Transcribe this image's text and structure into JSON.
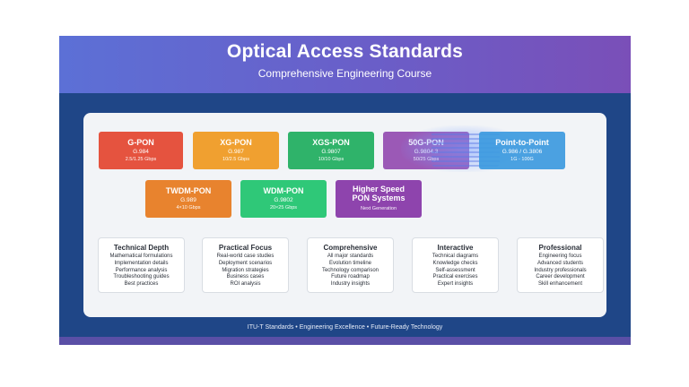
{
  "header": {
    "title": "Optical Access Standards",
    "subtitle": "Comprehensive Engineering Course"
  },
  "standards_row1": [
    {
      "name": "G-PON",
      "code": "G.984",
      "speed": "2.5/1.25 Gbps",
      "color": "#e5533f"
    },
    {
      "name": "XG-PON",
      "code": "G.987",
      "speed": "10/2.5 Gbps",
      "color": "#f0a030"
    },
    {
      "name": "XGS-PON",
      "code": "G.9807",
      "speed": "10/10 Gbps",
      "color": "#2fb36a"
    },
    {
      "name": "50G-PON",
      "code": "G.9804.3",
      "speed": "50/25 Gbps",
      "color": "#9b59b6"
    },
    {
      "name": "Point-to-Point",
      "code": "G.986 / G.3806",
      "speed": "1G - 100G",
      "color": "#3d9be0"
    }
  ],
  "standards_row2": [
    {
      "name": "TWDM-PON",
      "code": "G.989",
      "speed": "4×10 Gbps",
      "color": "#e8832e"
    },
    {
      "name": "WDM-PON",
      "code": "G.9802",
      "speed": "20×25 Gbps",
      "color": "#2fc878"
    },
    {
      "name": "Higher Speed PON Systems",
      "code": "",
      "speed": "Next Generation",
      "color": "#8e44ad"
    }
  ],
  "features": [
    {
      "heading": "Technical Depth",
      "items": [
        "Mathematical formulations",
        "Implementation details",
        "Performance analysis",
        "Troubleshooting guides",
        "Best practices"
      ]
    },
    {
      "heading": "Practical Focus",
      "items": [
        "Real-world case studies",
        "Deployment scenarios",
        "Migration strategies",
        "Business cases",
        "ROI analysis"
      ]
    },
    {
      "heading": "Comprehensive",
      "items": [
        "All major standards",
        "Evolution timeline",
        "Technology comparison",
        "Future roadmap",
        "Industry insights"
      ]
    },
    {
      "heading": "Interactive",
      "items": [
        "Technical diagrams",
        "Knowledge checks",
        "Self-assessment",
        "Practical exercises",
        "Expert insights"
      ]
    },
    {
      "heading": "Professional",
      "items": [
        "Engineering focus",
        "Advanced students",
        "Industry professionals",
        "Career development",
        "Skill enhancement"
      ]
    }
  ],
  "footer": {
    "text": "ITU-T Standards • Engineering Excellence • Future-Ready Technology"
  }
}
